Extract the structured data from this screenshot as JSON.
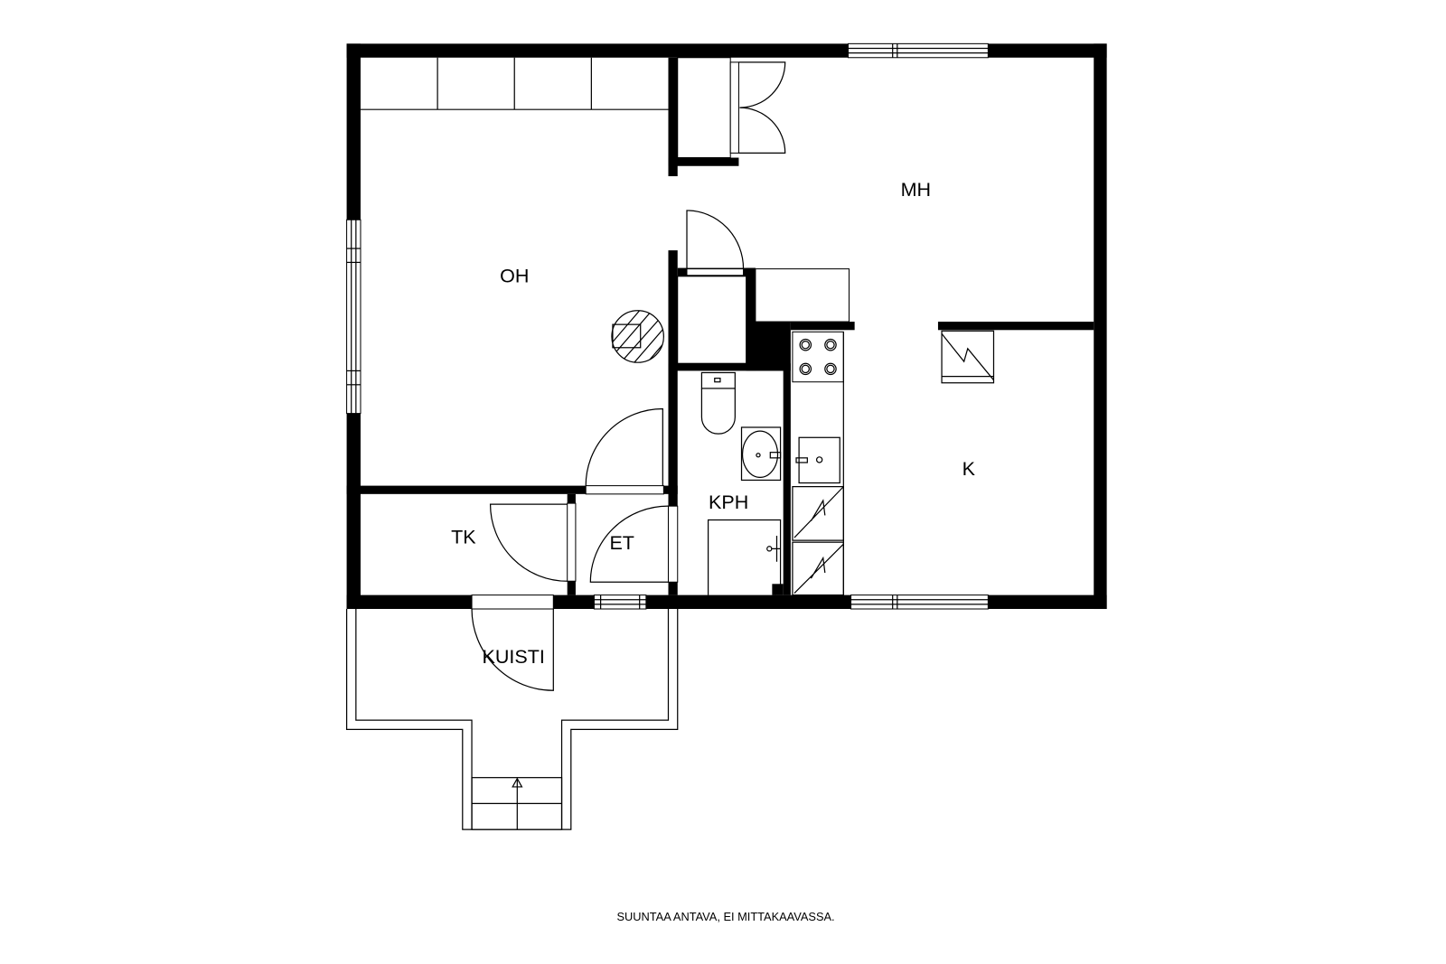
{
  "rooms": {
    "oh": "OH",
    "mh": "MH",
    "k": "K",
    "kph": "KPH",
    "tk": "TK",
    "et": "ET",
    "kuisti": "KUISTI"
  },
  "footer_note": "SUUNTAA ANTAVA, EI MITTAKAAVASSA."
}
